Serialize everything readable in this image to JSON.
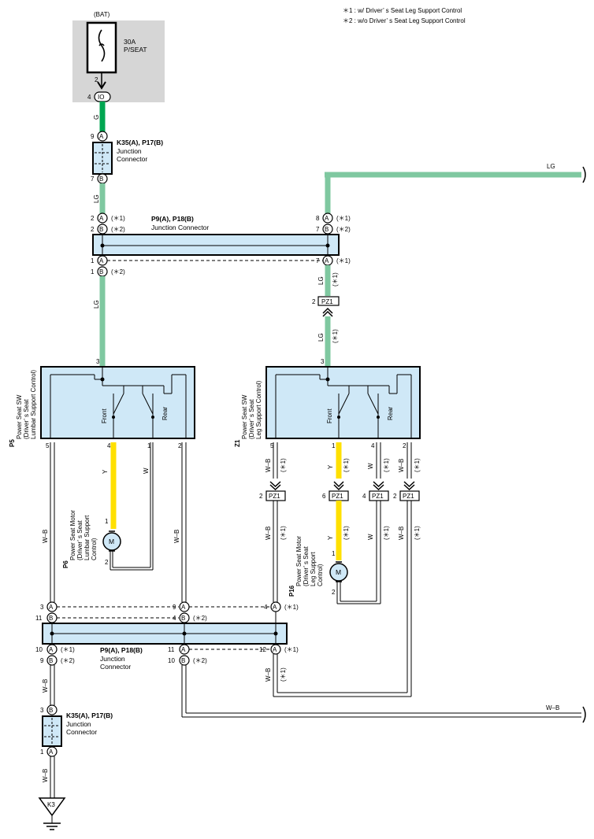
{
  "notes": [
    "＊1 : w/ Driver’ s Seat Leg Support Control",
    "＊2 : w/o Driver’ s Seat Leg Support Control"
  ],
  "colors": {
    "G": "#00a651",
    "LG": "#7fc8a0",
    "Y": "#ffe000",
    "WB": "#000000",
    "box": "#cfe8f7",
    "fuseBg": "#d6d6d6"
  },
  "fuse": {
    "source": "(BAT)",
    "rating": "30A",
    "name": "P/SEAT",
    "pin_top": "2",
    "pin_out": "4",
    "conn": "IO"
  },
  "wires": {
    "g": "G",
    "lg": "LG",
    "y": "Y",
    "w": "W",
    "wb": "W–B"
  },
  "k35_top": {
    "code": "K35(A), P17(B)",
    "desc1": "Junction",
    "desc2": "Connector",
    "pin_a": "9",
    "pin_b": "7"
  },
  "k35_bot": {
    "code": "K35(A), P17(B)",
    "desc1": "Junction",
    "desc2": "Connector",
    "pin_a": "3",
    "pin_b": "1"
  },
  "p9_top": {
    "code": "P9(A), P18(B)",
    "desc": "Junction Connector"
  },
  "p9_bot": {
    "code": "P9(A), P18(B)",
    "desc1": "Junction",
    "desc2": "Connector"
  },
  "conn": {
    "a": "A",
    "b": "B",
    "pz1": "PZ1"
  },
  "marks": {
    "s1": "(＊1)",
    "s2": "(＊2)"
  },
  "p5": {
    "code": "P5",
    "l1": "Power Seat SW",
    "l2": "(Driver’ s Seat",
    "l3": "Lumbar Support Control)",
    "front": "Front",
    "rear": "Rear",
    "pin3": "3",
    "pin5": "5",
    "pin4": "4",
    "pin1": "1",
    "pin2": "2"
  },
  "z1": {
    "code": "Z1",
    "l1": "Power Seat SW",
    "l2": "(Driver’ s Seat",
    "l3": "Leg Support Control)",
    "front": "Front",
    "rear": "Rear",
    "pin3": "3",
    "pin5": "5",
    "pin1": "1",
    "pin4": "4",
    "pin2": "2"
  },
  "p6": {
    "code": "P6",
    "l1": "Power Seat Motor",
    "l2": "(Driver’ s Seat",
    "l3": "Lumbar Support",
    "l4": "Control)",
    "pin1": "1",
    "pin2": "2",
    "m": "M"
  },
  "p16": {
    "code": "P16",
    "l1": "Power Seat Motor",
    "l2": "(Driver’ s Seat",
    "l3": "Leg Support",
    "l4": "Control)",
    "pin1": "1",
    "pin2": "2",
    "m": "M"
  },
  "pins": {
    "p9t_a2": "2",
    "p9t_b2": "2",
    "p9t_a8": "8",
    "p9t_b7": "7",
    "p9t_a1": "1",
    "p9t_b1": "1",
    "p9t_a7": "7",
    "pz1_2": "2",
    "pz1_6": "6",
    "pz1_4": "4",
    "pz1_2b": "2",
    "p9b_a3": "3",
    "p9b_b11": "11",
    "p9b_a9": "9",
    "p9b_b4": "4",
    "p9b_a4": "4",
    "p9b_a10": "10",
    "p9b_b9": "9",
    "p9b_a11": "11",
    "p9b_b10": "10",
    "p9b_a12": "12"
  },
  "ground": "K3"
}
